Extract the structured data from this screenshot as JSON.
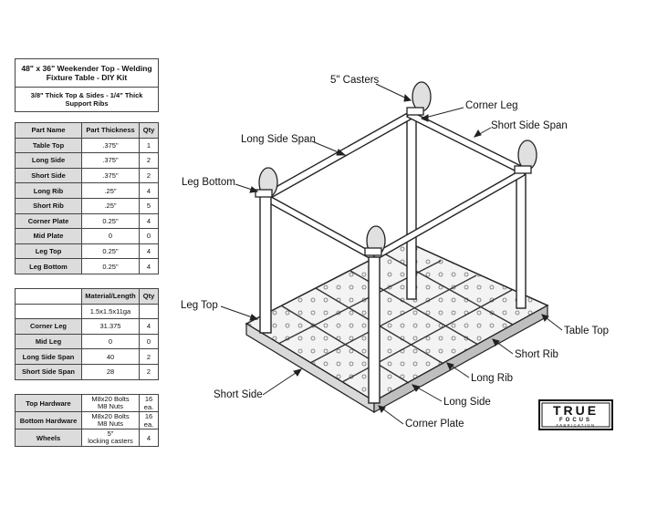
{
  "title": {
    "main": "48\" x 36\" Weekender Top - Welding Fixture Table - DIY Kit",
    "sub": "3/8\" Thick Top & Sides - 1/4\" Thick Support Ribs"
  },
  "parts_table": {
    "headers": [
      "Part Name",
      "Part Thickness",
      "Qty"
    ],
    "rows": [
      {
        "name": "Table Top",
        "thickness": ".375\"",
        "qty": "1"
      },
      {
        "name": "Long Side",
        "thickness": ".375\"",
        "qty": "2"
      },
      {
        "name": "Short Side",
        "thickness": ".375\"",
        "qty": "2"
      },
      {
        "name": "Long Rib",
        "thickness": ".25\"",
        "qty": "4"
      },
      {
        "name": "Short Rib",
        "thickness": ".25\"",
        "qty": "5"
      },
      {
        "name": "Corner Plate",
        "thickness": "0.25\"",
        "qty": "4"
      },
      {
        "name": "Mid Plate",
        "thickness": "0",
        "qty": "0"
      },
      {
        "name": "Leg Top",
        "thickness": "0.25\"",
        "qty": "4"
      },
      {
        "name": "Leg Bottom",
        "thickness": "0.25\"",
        "qty": "4"
      }
    ]
  },
  "material_table": {
    "headers": [
      "",
      "Material/Length",
      "Qty"
    ],
    "material": "1.5x1.5x11ga",
    "rows": [
      {
        "name": "Corner Leg",
        "length": "31.375",
        "qty": "4"
      },
      {
        "name": "Mid Leg",
        "length": "0",
        "qty": "0"
      },
      {
        "name": "Long Side Span",
        "length": "40",
        "qty": "2"
      },
      {
        "name": "Short Side Span",
        "length": "28",
        "qty": "2"
      }
    ]
  },
  "hardware_table": {
    "rows": [
      {
        "name": "Top Hardware",
        "line1": "M8x20 Bolts",
        "line2": "M8 Nuts",
        "qty": "16 ea."
      },
      {
        "name": "Bottom Hardware",
        "line1": "M8x20 Bolts",
        "line2": "M8 Nuts",
        "qty": "16 ea."
      },
      {
        "name": "Wheels",
        "line1": "5\"",
        "line2": "locking casters",
        "qty": "4"
      }
    ]
  },
  "callouts": {
    "casters": "5\" Casters",
    "corner_leg": "Corner Leg",
    "short_side_span": "Short Side Span",
    "long_side_span": "Long Side Span",
    "leg_bottom": "Leg Bottom",
    "leg_top": "Leg Top",
    "table_top": "Table Top",
    "short_rib": "Short Rib",
    "long_rib": "Long Rib",
    "short_side": "Short Side",
    "long_side": "Long Side",
    "corner_plate": "Corner Plate"
  },
  "logo": {
    "line1": "TRUE",
    "line2": "FOCUS",
    "line3": "FABRICATION"
  }
}
